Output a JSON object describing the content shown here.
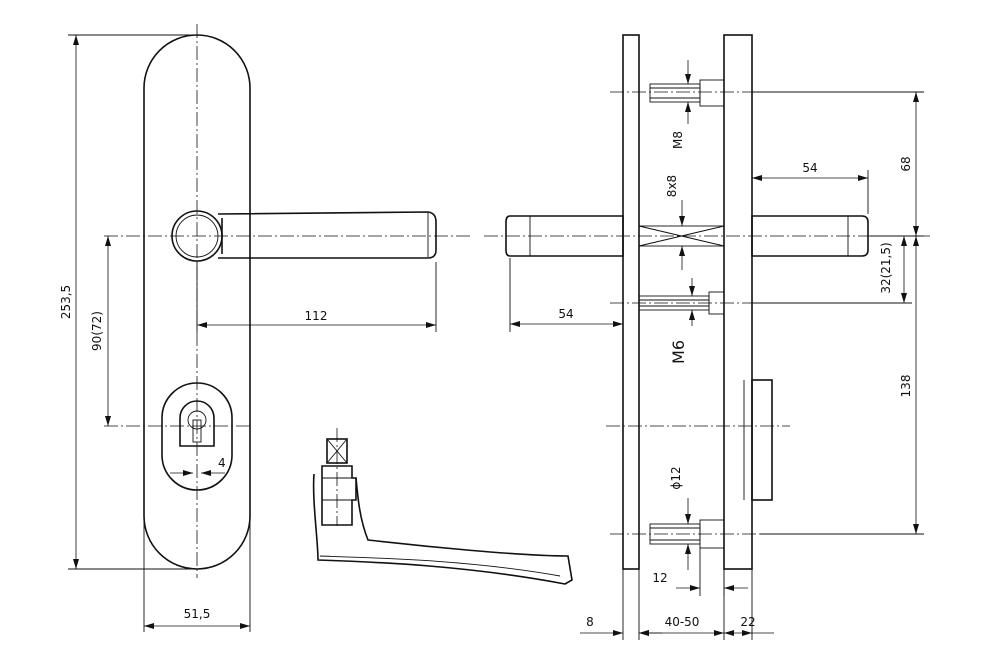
{
  "dimensions": {
    "total_height": "253,5",
    "spindle_to_cylinder": "90(72)",
    "lever_length_front": "112",
    "plate_width": "51,5",
    "cylinder_offset": "4",
    "lever_length_side_left": "54",
    "lever_length_side_right": "54",
    "thread_top": "M8",
    "spindle_square": "8x8",
    "thread_middle": "M6",
    "bore_diameter": "ϕ12",
    "bolt_offset": "12",
    "top_to_spindle": "68",
    "spindle_to_screw": "32(21,5)",
    "screw_to_bottom": "138",
    "outer_plate_thickness": "8",
    "door_thickness": "40-50",
    "inner_plate_thickness": "22"
  }
}
